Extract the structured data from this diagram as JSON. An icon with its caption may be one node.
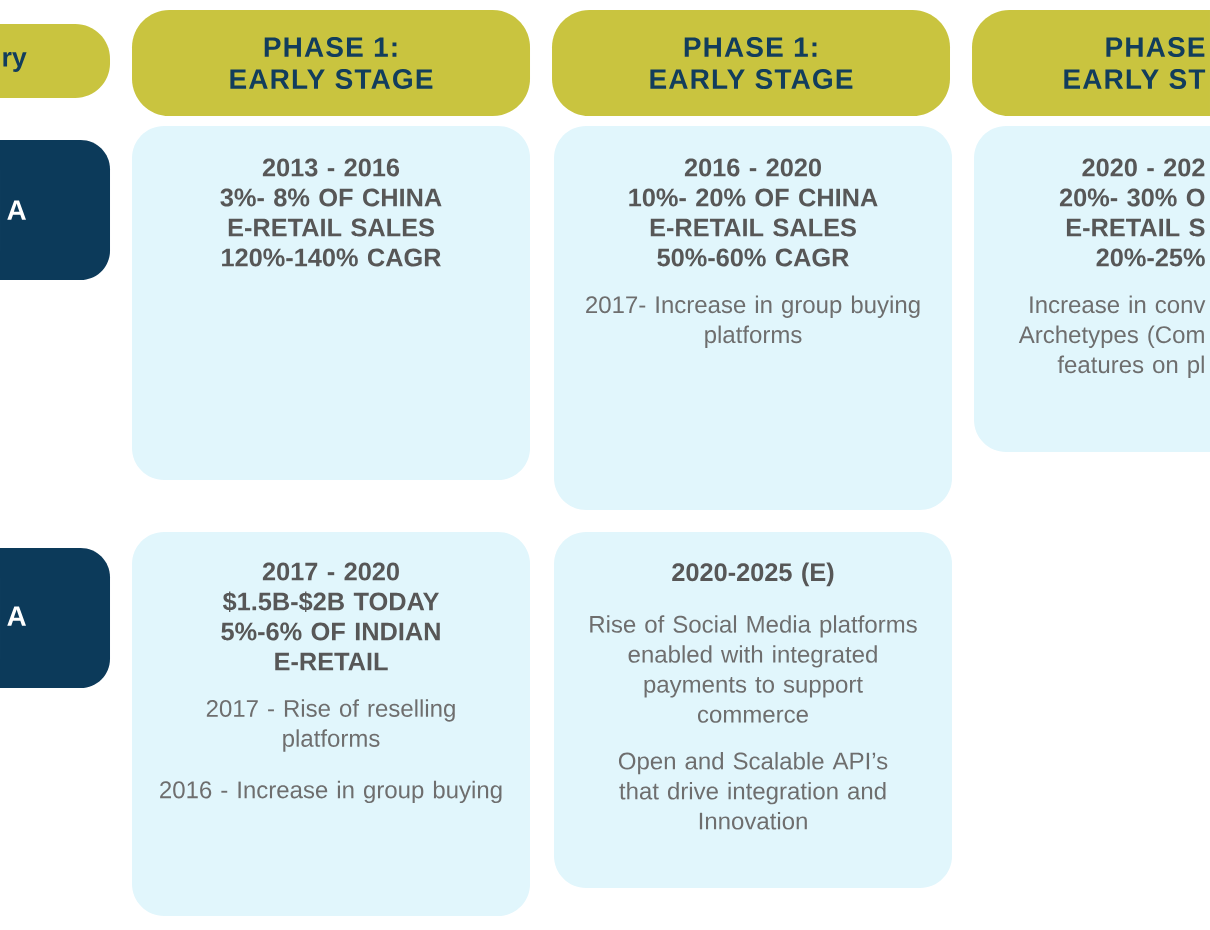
{
  "diagram": {
    "nodes": [
      {
        "text": [
          "ry"
        ]
      },
      {
        "text": [
          "PHASE 1: EARLY STAGE"
        ]
      },
      {
        "text": [
          "PHASE 1: EARLY STAGE"
        ]
      },
      {
        "text": [
          "PHASE EARLY ST"
        ]
      },
      {
        "text": [
          "A"
        ]
      },
      {
        "text": [
          "2013 - 2016 3%- 8% OF CHINA E-RETAIL SALES 120%-140% CAGR"
        ]
      },
      {
        "text": [
          "2016 - 2020 10%- 20% OF CHINA E-RETAIL SALES 50%-60% CAGR",
          "2017- Increase in group buying platforms"
        ]
      },
      {
        "text": [
          "2020 - 202 20%- 30% O E-RETAIL S 20%-25%",
          "Increase in conv Archetypes (Com features on pl"
        ]
      },
      {
        "text": [
          "A"
        ]
      },
      {
        "text": [
          "2017 - 2020 $1.5B-$2B TODAY 5%-6% OF INDIAN E-RETAIL",
          "2017 - Rise of reselling platforms",
          "2016 - Increase in group buying"
        ]
      },
      {
        "text": [
          "2020-2025 (E)",
          "Rise of Social Media platforms enabled with integrated payments to support commerce",
          "Open and Scalable API’s that drive integration and Innovation"
        ]
      }
    ]
  }
}
